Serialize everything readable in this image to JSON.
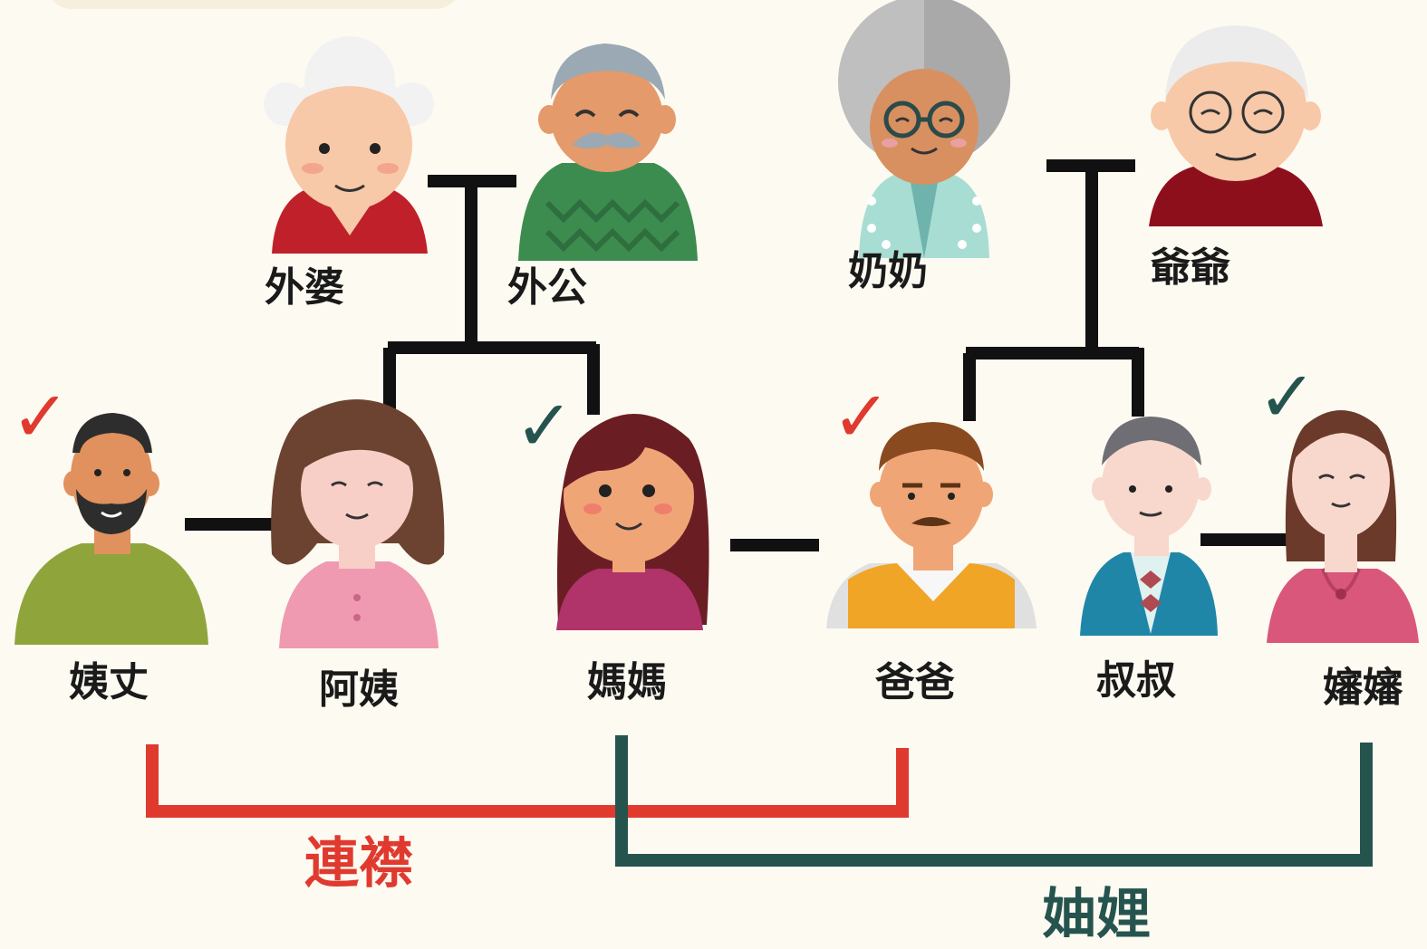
{
  "people": {
    "waipo": {
      "label": "外婆"
    },
    "waigong": {
      "label": "外公"
    },
    "nainai": {
      "label": "奶奶"
    },
    "yeye": {
      "label": "爺爺"
    },
    "yizhang": {
      "label": "姨丈",
      "checked": true,
      "check_color": "#e03a2f"
    },
    "ayi": {
      "label": "阿姨"
    },
    "mama": {
      "label": "媽媽",
      "checked": true,
      "check_color": "#25544f"
    },
    "baba": {
      "label": "爸爸",
      "checked": true,
      "check_color": "#e03a2f"
    },
    "shushu": {
      "label": "叔叔"
    },
    "shenshen": {
      "label": "嬸嬸",
      "checked": true,
      "check_color": "#25544f"
    }
  },
  "relations": {
    "lianjin": {
      "label": "連襟",
      "color": "#e03a2f"
    },
    "zhouli": {
      "label": "妯娌",
      "color": "#25544f"
    }
  },
  "check_symbol": "✓",
  "colors": {
    "background": "#fdfaf1",
    "line": "#111111"
  }
}
